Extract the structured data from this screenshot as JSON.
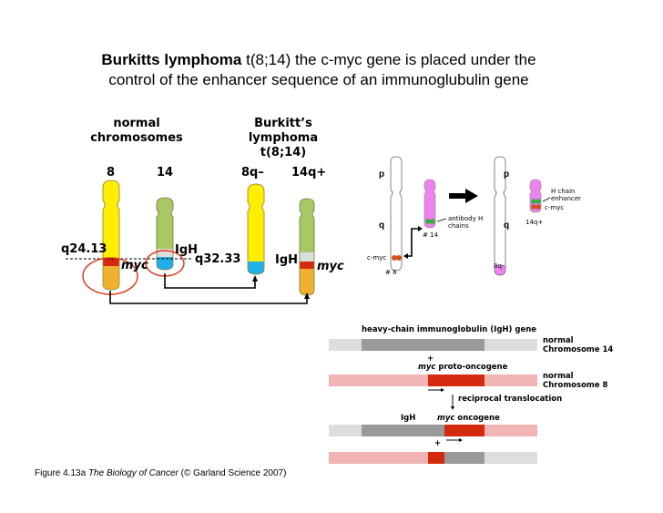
{
  "title": {
    "bold": "Burkitts lymphoma",
    "line1_rest": " t(8;14) the c-myc gene is placed under the",
    "line2": "control of the enhancer sequence of an immunoglubulin gene"
  },
  "left_panel": {
    "normal_heading": [
      "normal",
      "chromosomes"
    ],
    "burkitt_heading": [
      "Burkitt’s",
      "lymphoma",
      "t(8;14)"
    ],
    "chrom_labels": [
      "8",
      "14",
      "8q–",
      "14q+"
    ],
    "band_8": "q24.13",
    "band_14": "q32.33",
    "myc": "myc",
    "igh": "IgH"
  },
  "right_panel": {
    "p": "p",
    "q": "q",
    "c_myc": "c-myc",
    "chr8": "# 8",
    "chr14": "# 14",
    "antibody": [
      "antibody H",
      "chains"
    ],
    "chr8q": "8q-",
    "chr14q": "14q+",
    "enhancer": [
      "H chain",
      "enhancer"
    ]
  },
  "gene_panel": {
    "igh_gene": "heavy-chain immunoglobulin (IgH) gene",
    "normal14": [
      "normal",
      "Chromosome 14"
    ],
    "plus": "+",
    "myc_proto_italic": "myc",
    "myc_proto_rest": " proto-oncogene",
    "normal8": [
      "normal",
      "Chromosome 8"
    ],
    "reciprocal": "reciprocal translocation",
    "igh": "IgH",
    "myc_onc_italic": "myc",
    "myc_onc_rest": " oncogene"
  },
  "caption": {
    "prefix": "Figure 4.13a  ",
    "italic": "The Biology of Cancer",
    "suffix": " (© Garland Science 2007)"
  },
  "colors": {
    "yellow": "#ffee00",
    "orange": "#f0b030",
    "red": "#d42a10",
    "green": "#a8c864",
    "blue": "#20b0e8",
    "pink": "#f0b4b4",
    "grey": "#9a9a9a",
    "lightgrey": "#dcdedd",
    "violet": "#ee82ee"
  }
}
